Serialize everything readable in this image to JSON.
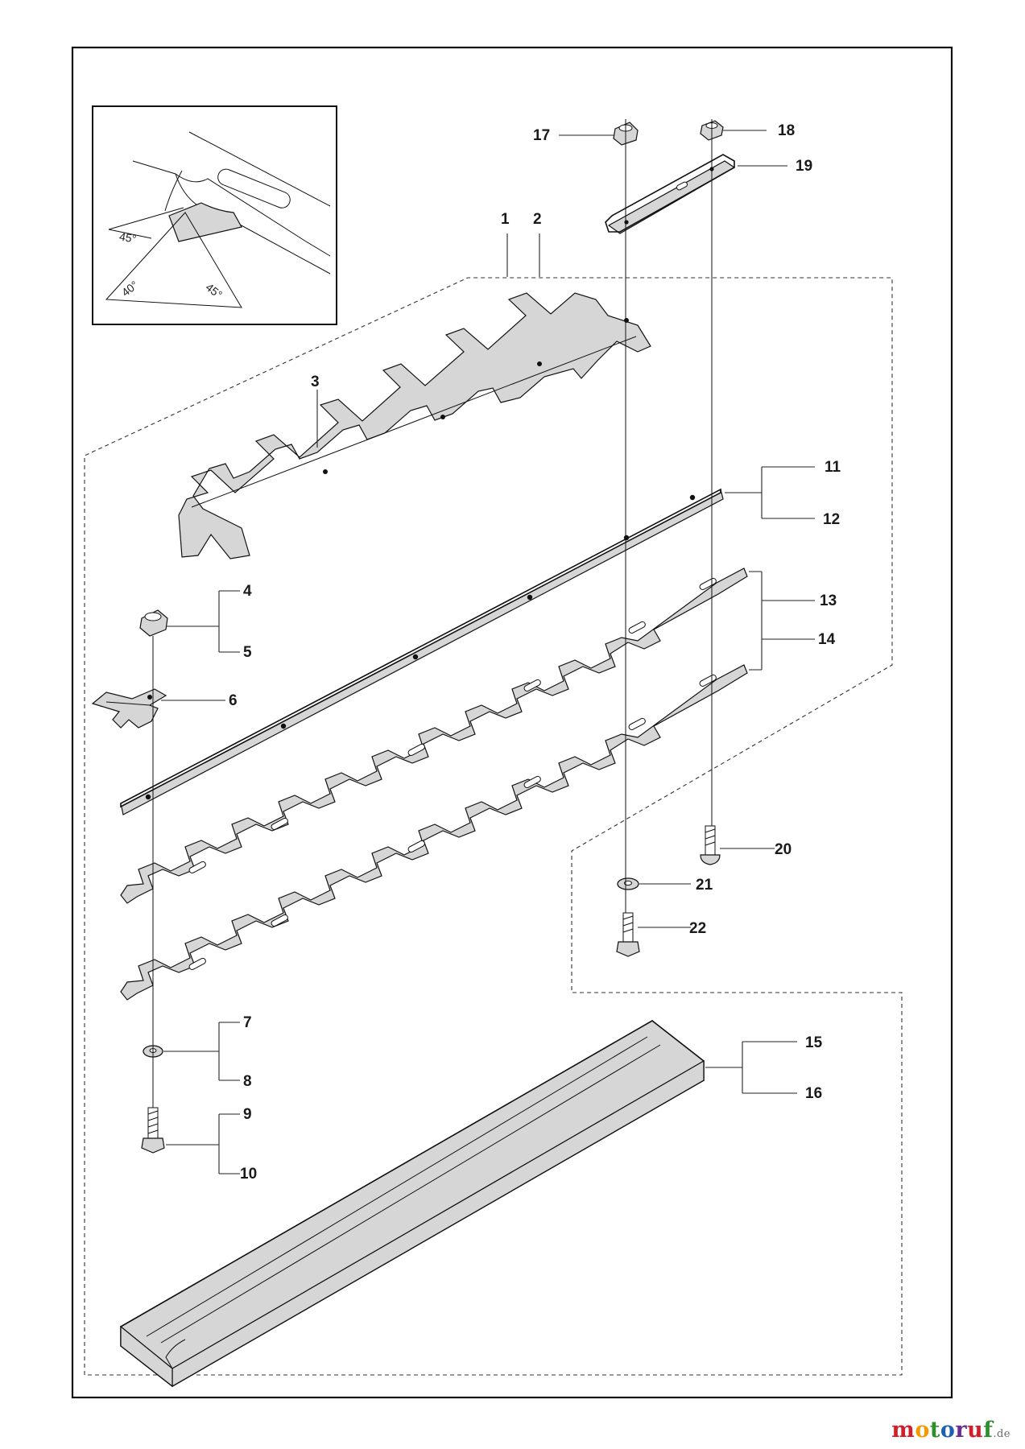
{
  "diagram": {
    "callouts": [
      {
        "id": "1",
        "text": "1"
      },
      {
        "id": "2",
        "text": "2"
      },
      {
        "id": "3",
        "text": "3"
      },
      {
        "id": "4",
        "text": "4"
      },
      {
        "id": "5",
        "text": "5"
      },
      {
        "id": "6",
        "text": "6"
      },
      {
        "id": "7",
        "text": "7"
      },
      {
        "id": "8",
        "text": "8"
      },
      {
        "id": "9",
        "text": "9"
      },
      {
        "id": "10",
        "text": "10"
      },
      {
        "id": "11",
        "text": "11"
      },
      {
        "id": "12",
        "text": "12"
      },
      {
        "id": "13",
        "text": "13"
      },
      {
        "id": "14",
        "text": "14"
      },
      {
        "id": "15",
        "text": "15"
      },
      {
        "id": "16",
        "text": "16"
      },
      {
        "id": "17",
        "text": "17"
      },
      {
        "id": "18",
        "text": "18"
      },
      {
        "id": "19",
        "text": "19"
      },
      {
        "id": "20",
        "text": "20"
      },
      {
        "id": "21",
        "text": "21"
      },
      {
        "id": "22",
        "text": "22"
      }
    ],
    "inset": {
      "angles": [
        "45°",
        "40°",
        "45°"
      ]
    }
  },
  "watermark": {
    "letters": [
      "m",
      "o",
      "t",
      "o",
      "r",
      "u",
      "f"
    ],
    "letter_colors": [
      "#d11f2a",
      "#f39a00",
      "#2f8f2f",
      "#1e5fb4",
      "#6a2c91",
      "#d11f2a",
      "#2f8f2f"
    ],
    "suffix": ".de"
  }
}
